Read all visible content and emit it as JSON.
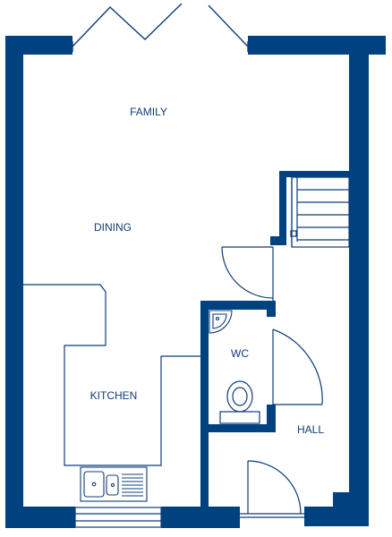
{
  "rooms": {
    "family": "FAMILY",
    "dining": "DINING",
    "kitchen": "KITCHEN",
    "wc": "WC",
    "hall": "HALL"
  },
  "colors": {
    "wall": "#00427f",
    "line": "#0f3c78",
    "background": "#ffffff"
  }
}
